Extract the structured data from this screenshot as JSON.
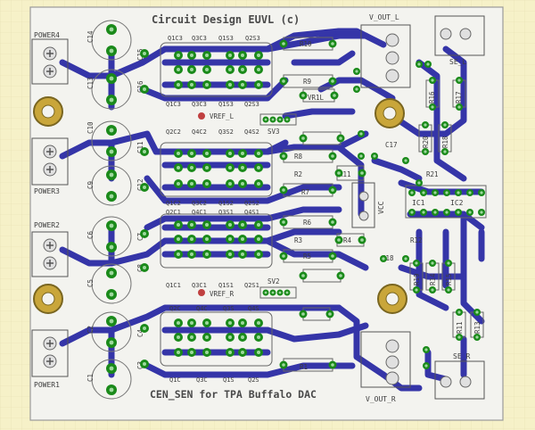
{
  "board": {
    "title": "Circuit Design EUVL (c)",
    "subtitle": "CEN_SEN for TPA Buffalo DAC",
    "colors": {
      "background": "#f6f1c8",
      "board": "#f2f2f2",
      "trace": "#3535a8",
      "pad": "#1a8a1a",
      "pad_ring": "#9ed89e",
      "silk": "#4a4a4a",
      "ground_hole": "#c9a63a"
    }
  },
  "connectors": {
    "power4": "POWER4",
    "power3": "POWER3",
    "power2": "POWER2",
    "power1": "POWER1",
    "v_out_l": "V_OUT_L",
    "v_out_r": "V_OUT_R",
    "se_l": "SE_L",
    "se_r": "SE_R",
    "vcc": "VCC"
  },
  "labels": {
    "vref_l": "VREF_L",
    "vref_r": "VREF_R",
    "sv3": "SV3",
    "sv2": "SV2",
    "c14": "C14",
    "c13": "C13",
    "c15": "C15",
    "c16": "C16",
    "c10": "C10",
    "c9": "C9",
    "c11": "C11",
    "c12": "C12",
    "c6": "C6",
    "c5": "C5",
    "c7": "C7",
    "c8": "C8",
    "c2": "C2",
    "c1": "C1",
    "c3": "C3",
    "c4": "C4",
    "c17": "C17",
    "c18": "C18",
    "r10": "R10",
    "r9": "R9",
    "vr1l": "VR1L",
    "r8": "R8",
    "r7": "R7",
    "r2": "R2",
    "r6": "R6",
    "r5": "R5",
    "r3": "R3",
    "r4": "R4",
    "r1": "R1",
    "r11": "R11",
    "r12": "R12",
    "r16": "R16",
    "r17": "R17",
    "r18": "R18",
    "r20": "R20",
    "r19": "R19",
    "r14": "R14",
    "r15": "R15",
    "r13": "R13",
    "r21": "R21",
    "q1c3": "Q1C3",
    "q3c3": "Q3C3",
    "q1s3": "Q1S3",
    "q2s3": "Q2S3",
    "q2c2": "Q2C2",
    "q4c2": "Q4C2",
    "q3s2": "Q3S2",
    "q4s2": "Q4S2",
    "q1c2": "Q1C2",
    "q3c2": "Q3C2",
    "q1s2": "Q1S2",
    "q2s2": "Q2S2",
    "q2c1": "Q2C1",
    "q4c1": "Q4C1",
    "q3s1": "Q3S1",
    "q4s1": "Q4S1",
    "q1c1": "Q1C1",
    "q3c1": "Q3C1",
    "q1s1": "Q1S1",
    "q2s1": "Q2S1",
    "q2c": "Q2C",
    "q4c": "Q4C",
    "q3s": "Q3S",
    "q4s": "Q4S",
    "q1c": "Q1C",
    "q3c": "Q3C",
    "q1s": "Q1S",
    "q2s": "Q2S",
    "ic1": "IC1",
    "ic2": "IC2"
  }
}
